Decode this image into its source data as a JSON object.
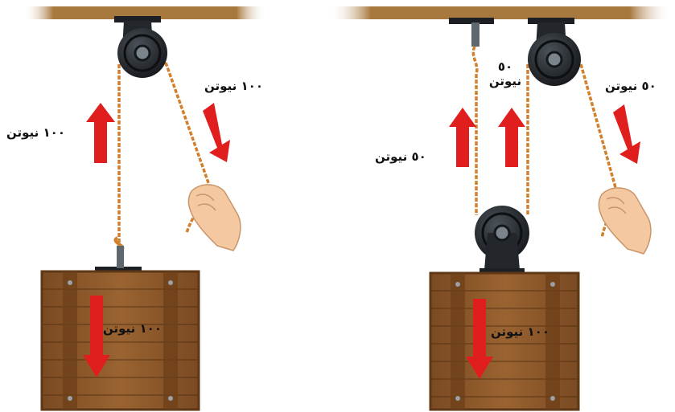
{
  "colors": {
    "ceiling": "#a8793f",
    "pulley_dark": "#1c2024",
    "rope": "#d2802e",
    "force_arrow": "#e01e1e",
    "crate_wood": "#8f5a2b",
    "crate_dark": "#5e3816",
    "skin": "#f4c9a2"
  },
  "left_system": {
    "ceiling_rope_label": "١٠٠ نيوتن",
    "pull_label": "١٠٠ نيوتن",
    "load_label": "١٠٠ نيوتن"
  },
  "right_system": {
    "pull_label": "٥٠ نيوتن",
    "anchor_rope_label_line1": "٥٠",
    "anchor_rope_label_line2": "نيوتن",
    "lift_label": "٥٠ نيوتن",
    "load_label": "١٠٠ نيوتن"
  }
}
